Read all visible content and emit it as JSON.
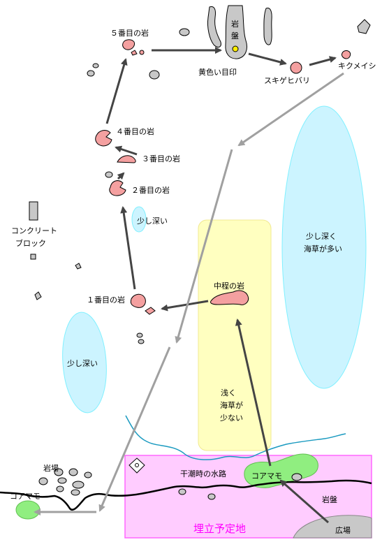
{
  "labels": {
    "rock5": "５番目の岩",
    "rock4": "４番目の岩",
    "rock3": "３番目の岩",
    "rock2": "２番目の岩",
    "rock1": "１番目の岩",
    "middle_rock": "中程の岩",
    "bedrock_top_1": "岩",
    "bedrock_top_2": "盤",
    "yellow_mark": "黄色い目印",
    "sukigehibari": "スキゲヒバリ",
    "kikumeishi": "キクメイシ",
    "concrete_1": "コンクリート",
    "concrete_2": "ブロック",
    "slightly_deep_upper": "少し深い",
    "slightly_deep_left": "少し深い",
    "deep_seaweed_1": "少し深く",
    "deep_seaweed_2": "海草が多い",
    "shallow_1": "浅く",
    "shallow_2": "海草が",
    "shallow_3": "少ない",
    "iwaba": "岩場",
    "low_tide_channel": "干潮時の水路",
    "seagrass_left": "コアマモ",
    "seagrass_right": "コアマモ",
    "bedrock_bottom": "岩盤",
    "plaza": "広場",
    "reclamation": "埋立予定地"
  },
  "colors": {
    "rock_pink": "#f4a0a0",
    "rock_gray": "#c8c8c8",
    "deep_area": "#ccf4ff",
    "deep_area_stroke": "#80f0ff",
    "shallow_area": "#ffffc0",
    "seagrass": "#90ee80",
    "reclamation_fill": "#ffccff",
    "reclamation_stroke": "#ff66ff",
    "water_line": "#1a9ac0",
    "route_dark": "#444444",
    "route_gray": "#a0a0a0",
    "yellow_mark": "#ffee00"
  }
}
